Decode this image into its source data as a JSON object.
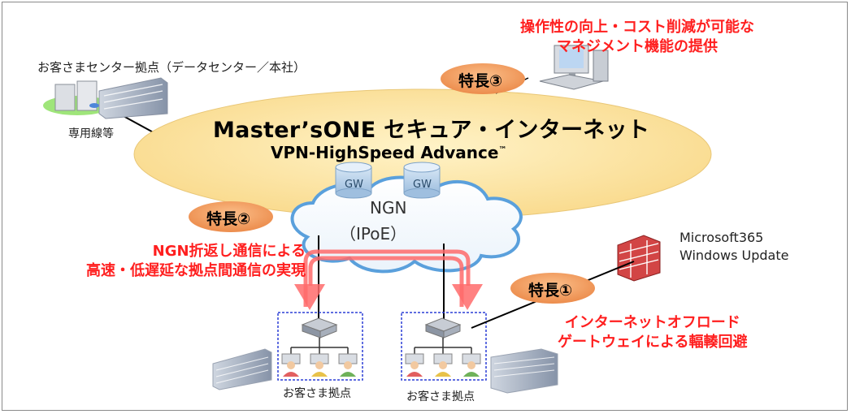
{
  "hq": {
    "label": "お客さまセンター拠点（データセンター／本社）",
    "line_label": "専用線等"
  },
  "service": {
    "title": "Master’sONE セキュア・インターネット",
    "subtitle": "VPN-HighSpeed Advance",
    "trademark": "™"
  },
  "ngn": {
    "label": "NGN",
    "sub": "（IPoE）",
    "gateways": [
      "GW",
      "GW"
    ]
  },
  "features": {
    "f1": {
      "badge": "特長①",
      "lines": [
        "インターネットオフロード",
        "ゲートウェイによる輻輳回避"
      ]
    },
    "f2": {
      "badge": "特長②",
      "lines": [
        "NGN折返し通信による",
        "高速・低遅延な拠点間通信の実現"
      ]
    },
    "f3": {
      "badge": "特長③",
      "lines": [
        "操作性の向上・コスト削減が可能な",
        "マネジメント機能の提供"
      ]
    }
  },
  "internet": {
    "lines": [
      "Microsoft365",
      "Windows Update"
    ]
  },
  "sites": [
    "お客さま拠点",
    "お客さま拠点"
  ],
  "colors": {
    "accent_red": "#ff1f1f",
    "ellipse_fill": "#fde7a6",
    "badge_fill": "#f4a76a",
    "cloud_blue": "#5aa0dc",
    "arrow_red": "#ff6b6b",
    "box_border": "#2b3fd6"
  }
}
